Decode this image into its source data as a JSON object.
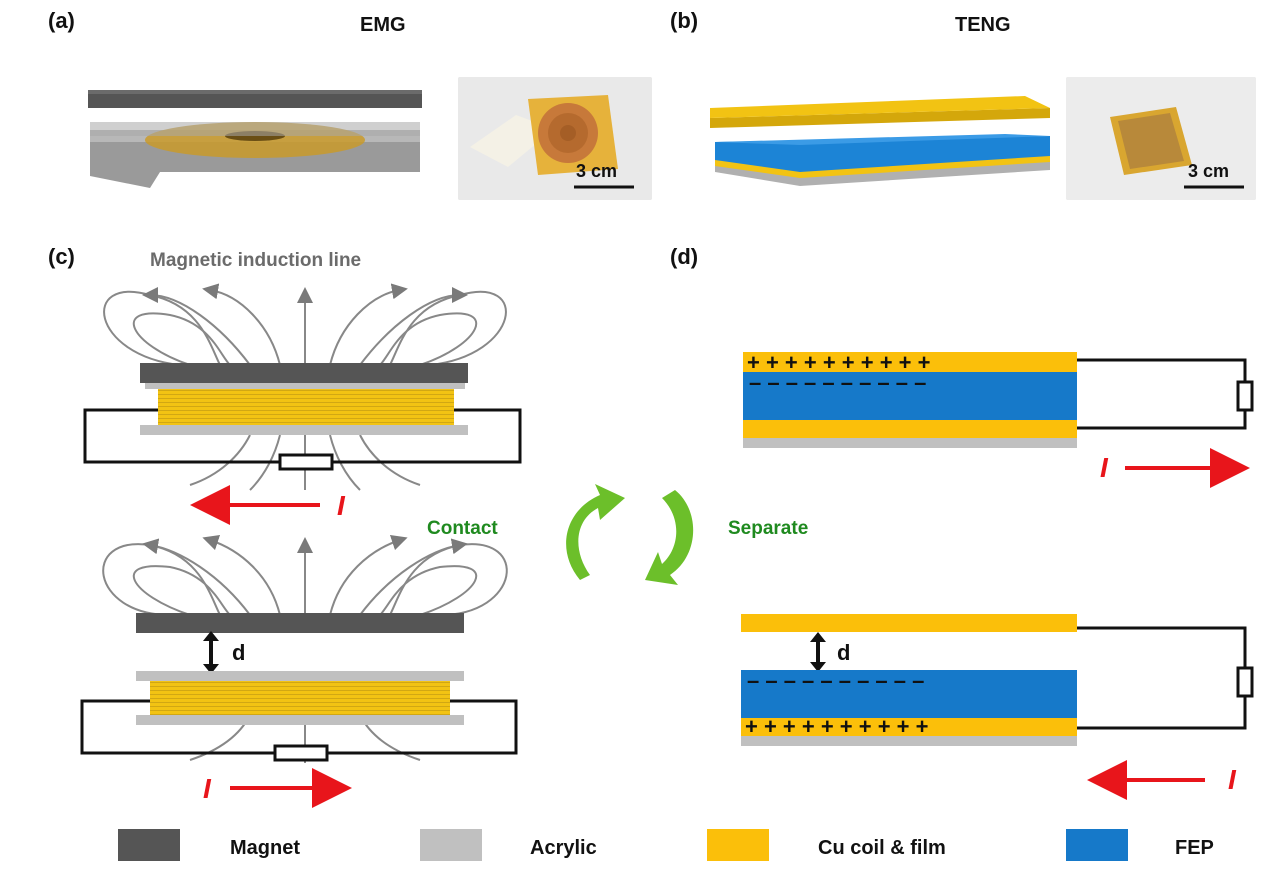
{
  "panels": {
    "a": {
      "label": "(a)",
      "title": "EMG",
      "scale": "3 cm"
    },
    "b": {
      "label": "(b)",
      "title": "TENG",
      "scale": "3 cm"
    },
    "c": {
      "label": "(c)",
      "title": "Magnetic induction line",
      "current": "I",
      "gap": "d"
    },
    "d": {
      "label": "(d)",
      "current": "I",
      "gap": "d"
    }
  },
  "cycle": {
    "left": "Contact",
    "right": "Separate"
  },
  "legend": [
    {
      "name": "Magnet",
      "color": "#555555"
    },
    {
      "name": "Acrylic",
      "color": "#c0c0c0"
    },
    {
      "name": "Cu coil & film",
      "color": "#fbbf0a"
    },
    {
      "name": "FEP",
      "color": "#1679c9"
    }
  ],
  "colors": {
    "arrow": "#e8151b",
    "charge": "#111111",
    "fep": "#1679c9",
    "cu": "#fbbf0a"
  }
}
